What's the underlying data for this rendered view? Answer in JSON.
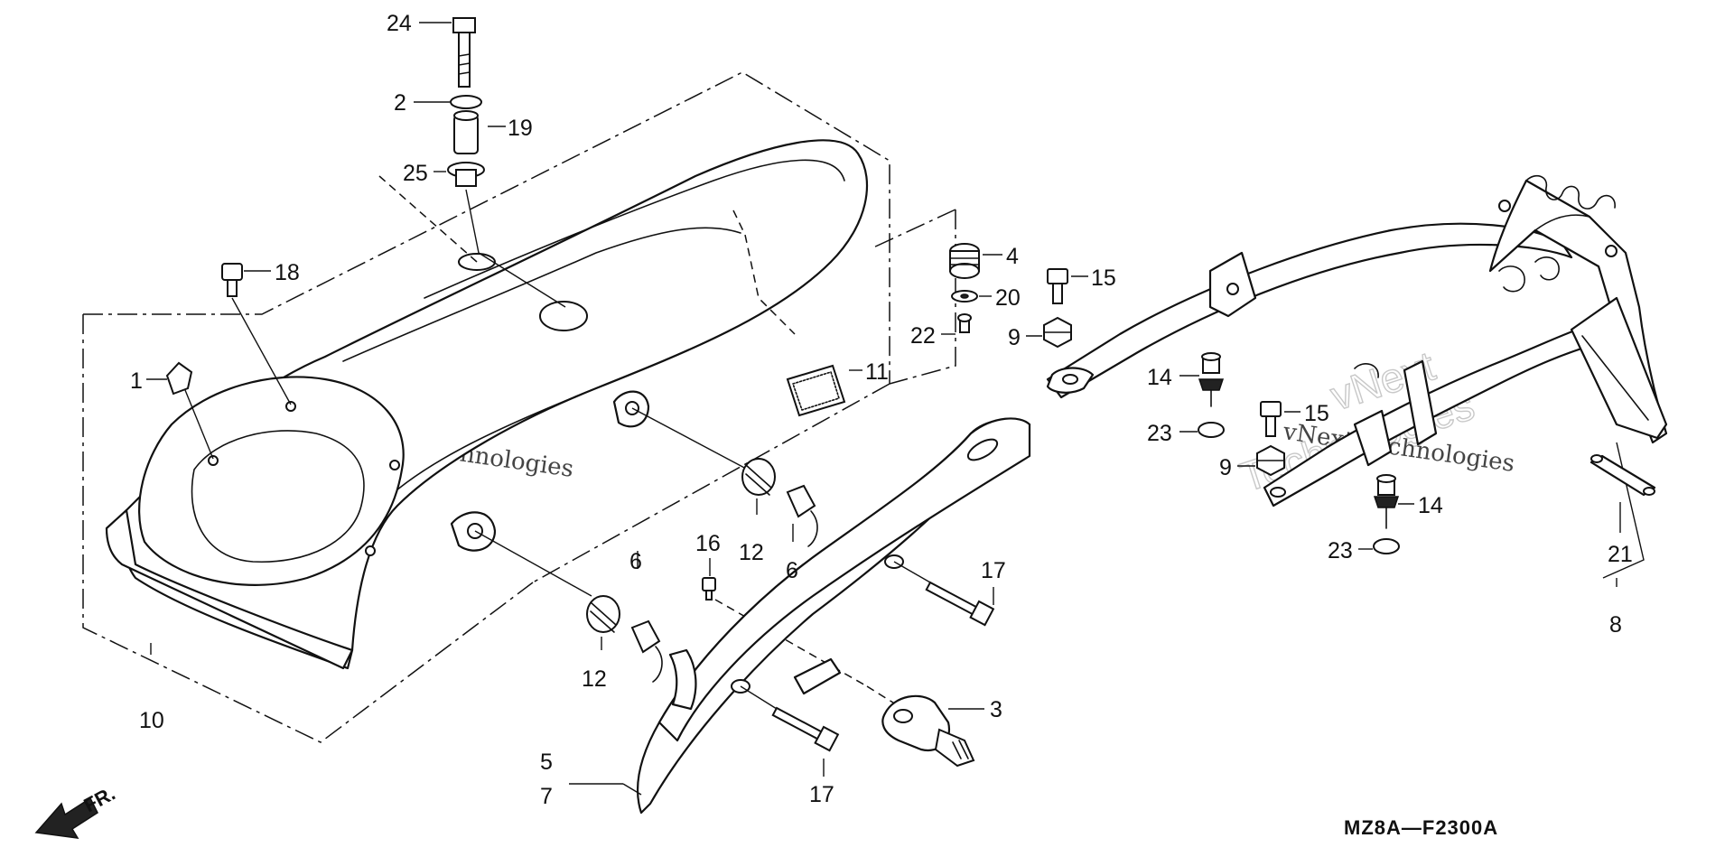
{
  "diagram": {
    "code": "MZ8A—F2300A",
    "front_label": "FR.",
    "watermark": {
      "line1": "vNext Technologies",
      "big1": "vNext",
      "big2": "Technologies"
    },
    "callouts": [
      {
        "id": "c24",
        "label": "24"
      },
      {
        "id": "c2",
        "label": "2"
      },
      {
        "id": "c19",
        "label": "19"
      },
      {
        "id": "c25",
        "label": "25"
      },
      {
        "id": "c18",
        "label": "18"
      },
      {
        "id": "c1",
        "label": "1"
      },
      {
        "id": "c10",
        "label": "10"
      },
      {
        "id": "c4",
        "label": "4"
      },
      {
        "id": "c20",
        "label": "20"
      },
      {
        "id": "c22",
        "label": "22"
      },
      {
        "id": "c11",
        "label": "11"
      },
      {
        "id": "c12a",
        "label": "12"
      },
      {
        "id": "c6a",
        "label": "6"
      },
      {
        "id": "c12b",
        "label": "12"
      },
      {
        "id": "c6b",
        "label": "6"
      },
      {
        "id": "c16",
        "label": "16"
      },
      {
        "id": "c17a",
        "label": "17"
      },
      {
        "id": "c3",
        "label": "3"
      },
      {
        "id": "c17b",
        "label": "17"
      },
      {
        "id": "c5",
        "label": "5"
      },
      {
        "id": "c7",
        "label": "7"
      },
      {
        "id": "c15a",
        "label": "15"
      },
      {
        "id": "c9a",
        "label": "9"
      },
      {
        "id": "c14a",
        "label": "14"
      },
      {
        "id": "c23a",
        "label": "23"
      },
      {
        "id": "c15b",
        "label": "15"
      },
      {
        "id": "c9b",
        "label": "9"
      },
      {
        "id": "c14b",
        "label": "14"
      },
      {
        "id": "c23b",
        "label": "23"
      },
      {
        "id": "c21",
        "label": "21"
      },
      {
        "id": "c8",
        "label": "8"
      }
    ]
  }
}
